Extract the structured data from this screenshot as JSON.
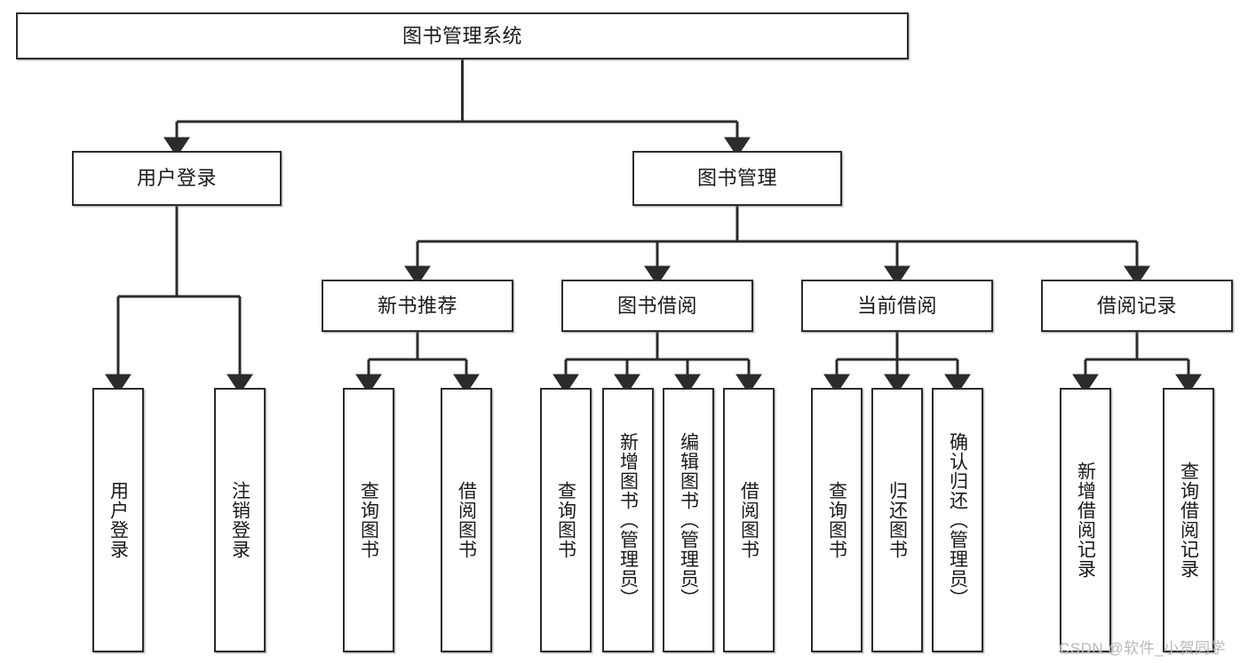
{
  "diagram": {
    "title": "图书管理系统",
    "type": "hierarchy-tree",
    "root": {
      "label": "图书管理系统"
    },
    "level2": [
      {
        "label": "用户登录"
      },
      {
        "label": "图书管理"
      }
    ],
    "level3": [
      {
        "label": "新书推荐"
      },
      {
        "label": "图书借阅"
      },
      {
        "label": "当前借阅"
      },
      {
        "label": "借阅记录"
      }
    ],
    "leaves": {
      "user_login": [
        {
          "label": "用户登录"
        },
        {
          "label": "注销登录"
        }
      ],
      "new_book_recommend": [
        {
          "label": "查询图书"
        },
        {
          "label": "借阅图书"
        }
      ],
      "book_borrow": [
        {
          "label": "查询图书"
        },
        {
          "label": "新增图书（管理员）"
        },
        {
          "label": "编辑图书（管理员）"
        },
        {
          "label": "借阅图书"
        }
      ],
      "current_borrow": [
        {
          "label": "查询图书"
        },
        {
          "label": "归还图书"
        },
        {
          "label": "确认归还（管理员）"
        }
      ],
      "borrow_record": [
        {
          "label": "新增借阅记录"
        },
        {
          "label": "查询借阅记录"
        }
      ]
    }
  },
  "watermark": {
    "text": "CSDN @软件_小贺同学"
  },
  "colors": {
    "line": "#2b2b2b",
    "box_border": "#2b2b2b",
    "box_fill": "#ffffff",
    "text": "#1a1a1a",
    "watermark": "#b9b9b9"
  }
}
